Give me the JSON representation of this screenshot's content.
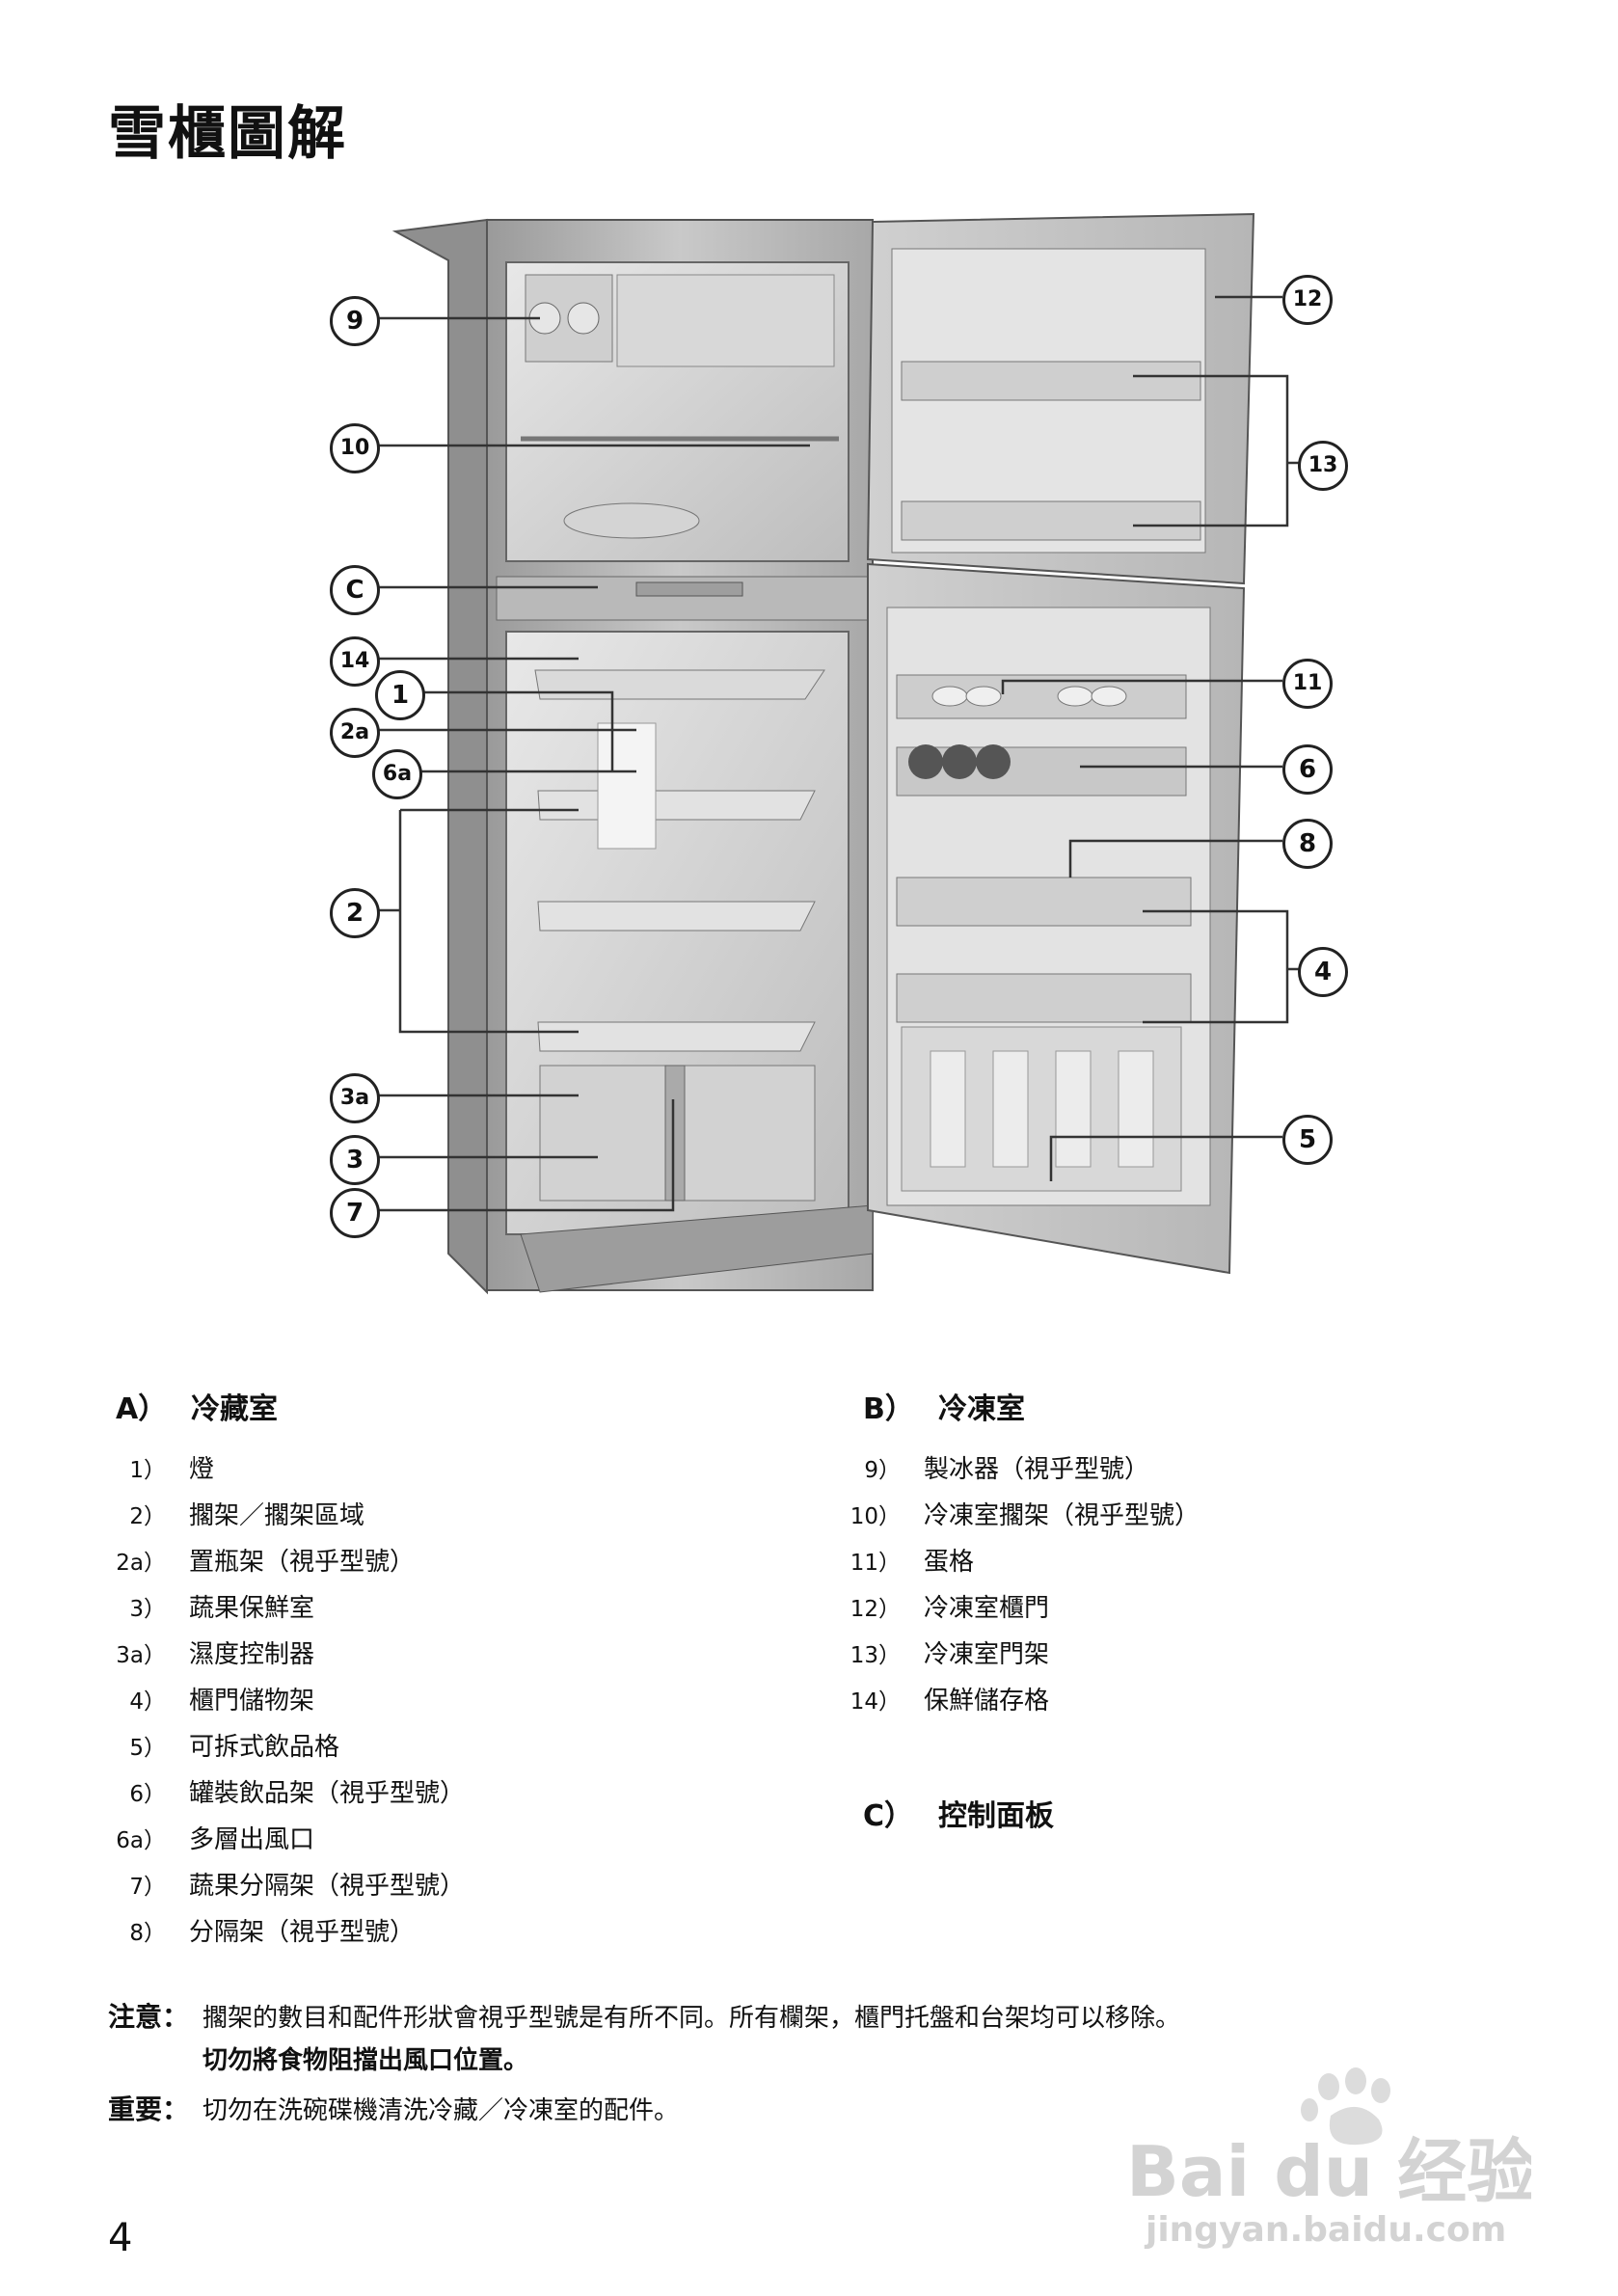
{
  "title": "雪櫃圖解",
  "diagram": {
    "callouts_left": [
      "9",
      "10",
      "C",
      "14",
      "1",
      "2a",
      "6a",
      "2",
      "3a",
      "3",
      "7"
    ],
    "callouts_right": [
      "12",
      "13",
      "11",
      "6",
      "8",
      "4",
      "5"
    ]
  },
  "section_a": {
    "letter": "A）",
    "title": "冷藏室",
    "items": [
      {
        "num": "1）",
        "label": "燈"
      },
      {
        "num": "2）",
        "label": "擱架／擱架區域"
      },
      {
        "num": "2a）",
        "label": "置瓶架（視乎型號）"
      },
      {
        "num": "3）",
        "label": "蔬果保鮮室"
      },
      {
        "num": "3a）",
        "label": "濕度控制器"
      },
      {
        "num": "4）",
        "label": "櫃門儲物架"
      },
      {
        "num": "5）",
        "label": "可拆式飲品格"
      },
      {
        "num": "6）",
        "label": "罐裝飲品架（視乎型號）"
      },
      {
        "num": "6a）",
        "label": "多層出風口"
      },
      {
        "num": "7）",
        "label": "蔬果分隔架（視乎型號）"
      },
      {
        "num": "8）",
        "label": "分隔架（視乎型號）"
      }
    ]
  },
  "section_b": {
    "letter": "B）",
    "title": "冷凍室",
    "items": [
      {
        "num": "9）",
        "label": "製冰器（視乎型號）"
      },
      {
        "num": "10）",
        "label": "冷凍室擱架（視乎型號）"
      },
      {
        "num": "11）",
        "label": "蛋格"
      },
      {
        "num": "12）",
        "label": "冷凍室櫃門"
      },
      {
        "num": "13）",
        "label": "冷凍室門架"
      },
      {
        "num": "14）",
        "label": "保鮮儲存格"
      }
    ]
  },
  "section_c": {
    "letter": "C）",
    "title": "控制面板"
  },
  "notes": {
    "note_label": "注意：",
    "note_line1": "擱架的數目和配件形狀會視乎型號是有所不同。所有欄架，櫃門托盤和台架均可以移除。",
    "note_line2": "切勿將食物阻擋出風口位置。",
    "important_label": "重要：",
    "important_text": "切勿在洗碗碟機清洗冷藏／冷凍室的配件。"
  },
  "page_number": "4",
  "watermark": {
    "brand": "Bai du 经验",
    "url": "jingyan.baidu.com"
  }
}
